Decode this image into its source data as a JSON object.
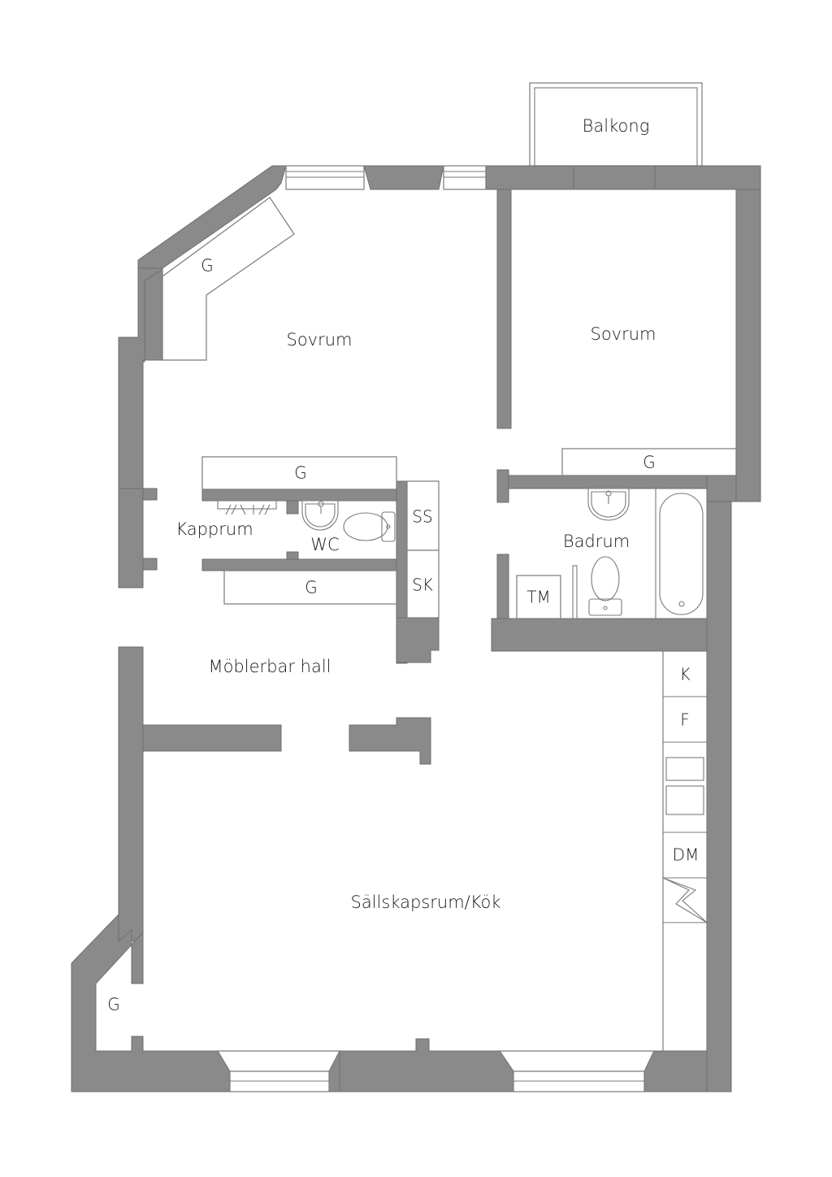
{
  "floorplan": {
    "colors": {
      "wall": "#8a8a8a",
      "background": "#ffffff",
      "text": "#1a1a1a",
      "line": "#7a7a7a"
    },
    "rooms": {
      "balcony": "Balkong",
      "bedroom_left": "Sovrum",
      "bedroom_right": "Sovrum",
      "cloakroom": "Kapprum",
      "wc": "WC",
      "bathroom": "Badrum",
      "hall": "Möblerbar hall",
      "living_kitchen": "Sällskapsrum/Kök"
    },
    "fixtures": {
      "wardrobe_bedroom_left": "G",
      "wardrobe_bedroom_right": "G",
      "wardrobe_cloak_top": "G",
      "wardrobe_cloak_bottom": "G",
      "wardrobe_living": "G",
      "ss": "SS",
      "sk": "SK",
      "tm": "TM",
      "fridge": "K",
      "freezer": "F",
      "dishwasher": "DM"
    }
  }
}
